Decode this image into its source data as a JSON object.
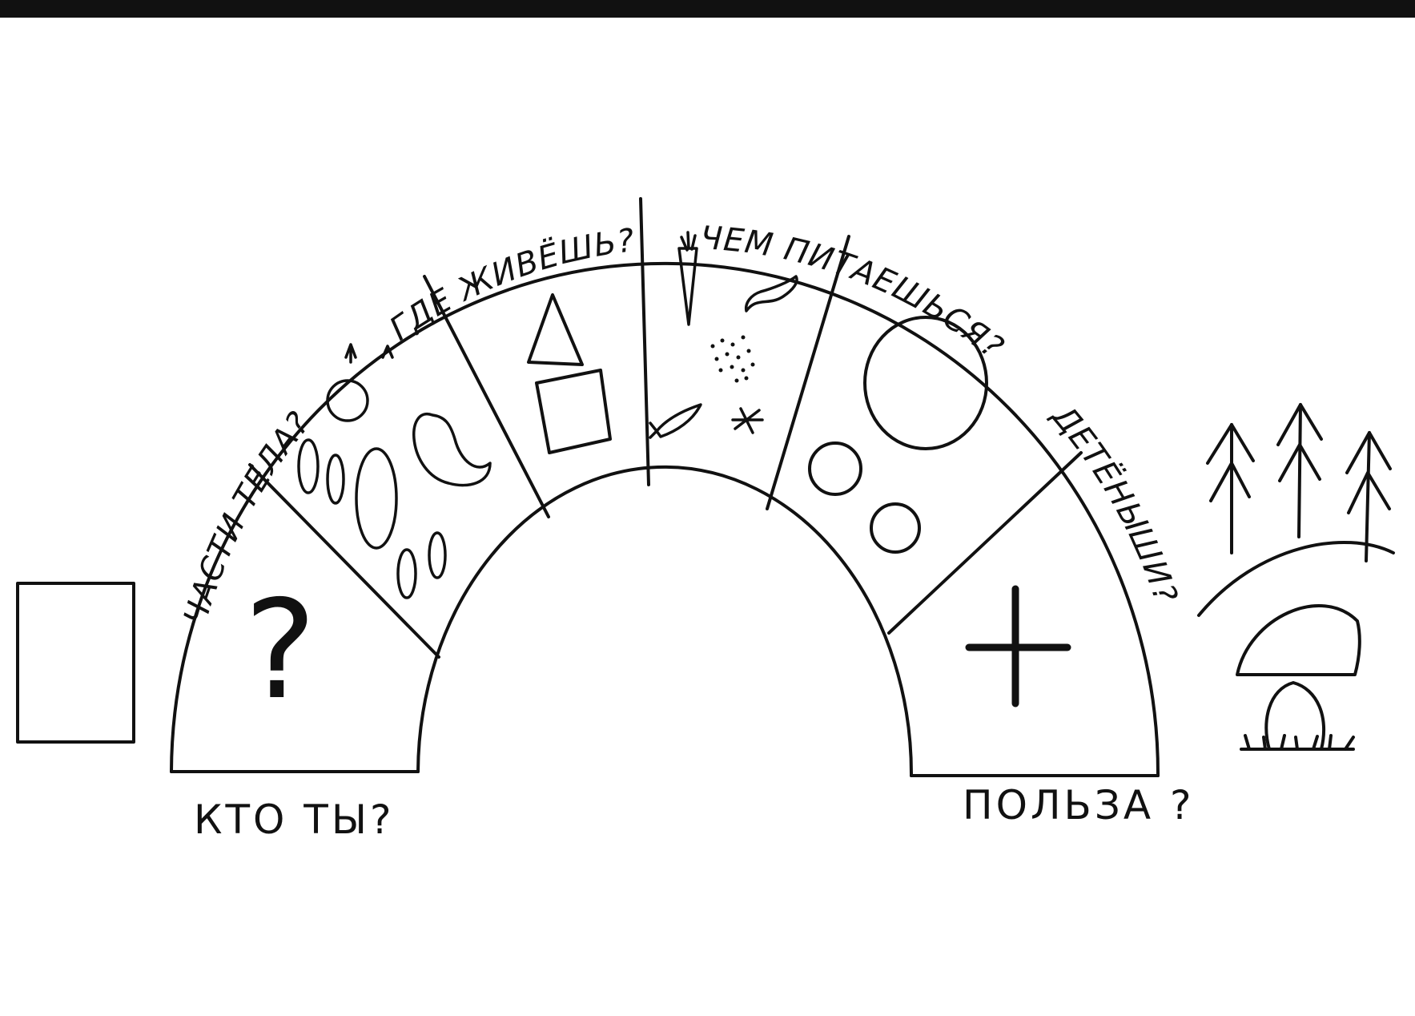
{
  "arc_labels": {
    "body_parts": "ЧАСТИ ТЕЛА?",
    "habitat": "ГДЕ ЖИВЁШЬ?",
    "food": "ЧЕМ ПИТАЕШЬСЯ?",
    "offspring": "ДЕТЁНЫШИ?"
  },
  "base_labels": {
    "who": "КТО ТЫ?",
    "benefit": "ПОЛЬЗА ?"
  },
  "symbols": {
    "question_mark": "?",
    "plus": "+"
  },
  "colors": {
    "ink": "#111111",
    "background": "#ffffff"
  }
}
